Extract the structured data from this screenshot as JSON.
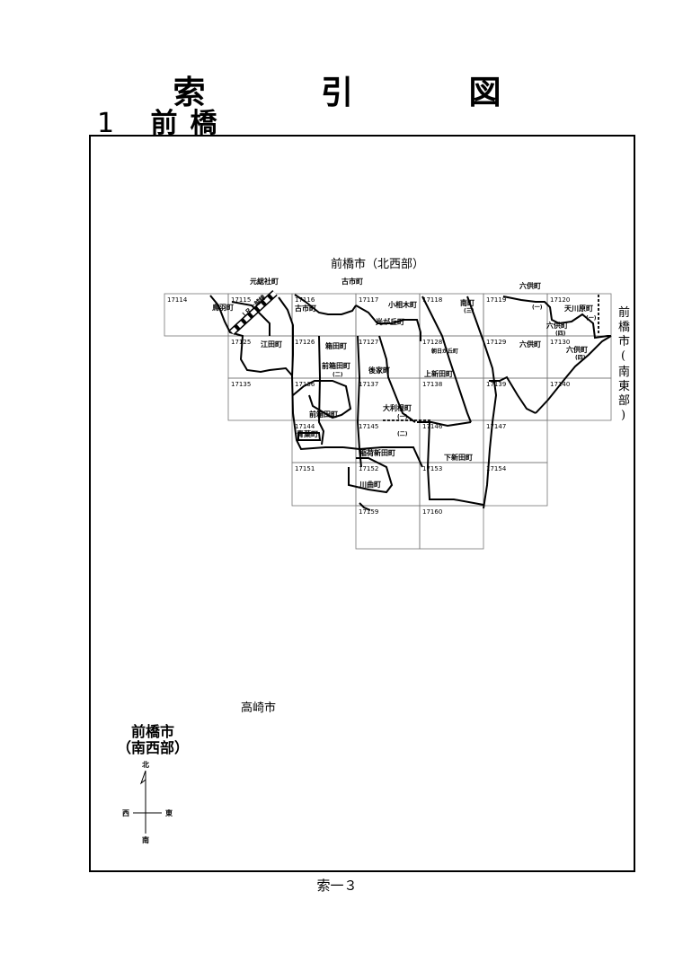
{
  "page_title": "索 引 図",
  "section": {
    "number": "1",
    "name": "前橋"
  },
  "cities": {
    "north_west": "前橋市（北西部）",
    "south_east_chars": [
      "前",
      "橋",
      "市",
      "(",
      "南",
      "東",
      "部",
      ")"
    ],
    "takasaki": "高崎市",
    "south_west_line1": "前橋市",
    "south_west_line2": "（南西部）"
  },
  "compass": {
    "north": "北",
    "south": "南",
    "east": "東",
    "west": "西"
  },
  "tiles": {
    "t17114": "17114",
    "t17115": "17115",
    "t17116": "17116",
    "t17117": "17117",
    "t17118": "17118",
    "t17119": "17119",
    "t17120": "17120",
    "t17125": "17125",
    "t17126": "17126",
    "t17127": "17127",
    "t17128": "17128",
    "t17129": "17129",
    "t17130": "17130",
    "t17135": "17135",
    "t17136": "17136",
    "t17137": "17137",
    "t17138": "17138",
    "t17139": "17139",
    "t17140": "17140",
    "t17144": "17144",
    "t17145": "17145",
    "t17146": "17146",
    "t17147": "17147",
    "t17151": "17151",
    "t17152": "17152",
    "t17153": "17153",
    "t17154": "17154",
    "t17159": "17159",
    "t17160": "17160"
  },
  "towns": {
    "motosoja": "元総社町",
    "furuichi_top": "古市町",
    "toriba": "鳥羽町",
    "furuichi": "古市町",
    "kosagiki": "小相木町",
    "minami": "南町",
    "minami_sub": "(三)",
    "rokku_top": "六供町",
    "rokku_sub1": "(一)",
    "amagawabara": "天川原町",
    "amagawabara_sub": "(一)",
    "rokku_2": "六供町",
    "rokku_2_sub": "(四)",
    "rokku_3": "六供町",
    "rokku_3_sub": "(四)",
    "rokku_mid": "六供町",
    "tenjin_jr": "ＪＲ上越線",
    "eda": "江田町",
    "hakoda": "箱田町",
    "hikarigaoka": "光が丘町",
    "asahigaoka": "朝日が丘町",
    "maehakoda": "前箱田町",
    "maehakoda_sub": "(二)",
    "shinkamishinden": "上新田町",
    "koyake": "後家町",
    "maehakoda_2": "前箱田町",
    "orine": "大利根町",
    "orine_sub": "(一)",
    "orine_sub2": "(二)",
    "aoba": "青葉町",
    "inarishinden": "稲荷新田町",
    "shimoshinden": "下新田町",
    "kawamagari": "川曲町"
  },
  "footer": "索一３"
}
